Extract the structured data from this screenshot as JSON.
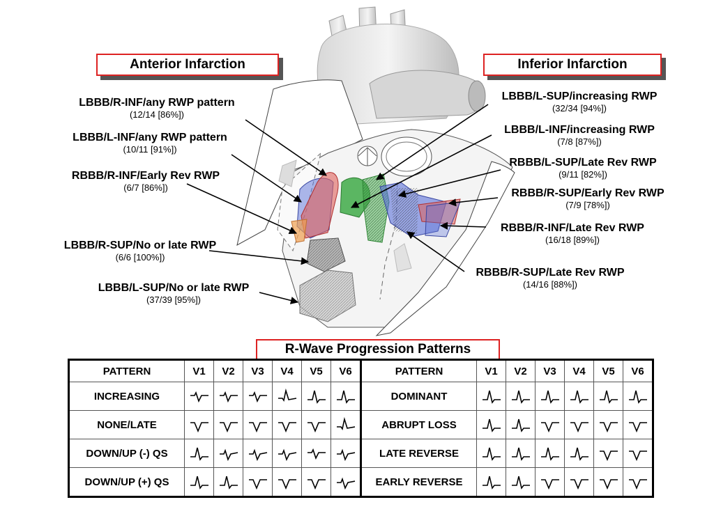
{
  "titles": {
    "anterior": "Anterior Infarction",
    "inferior": "Inferior Infarction",
    "rwp": "R-Wave Progression Patterns"
  },
  "anterior_labels": [
    {
      "name": "LBBB/R-INF/any RWP pattern",
      "stat": "(12/14 [86%])"
    },
    {
      "name": "LBBB/L-INF/any RWP pattern",
      "stat": "(10/11 [91%])"
    },
    {
      "name": "RBBB/R-INF/Early Rev RWP",
      "stat": "(6/7 [86%])"
    },
    {
      "name": "LBBB/R-SUP/No or late RWP",
      "stat": "(6/6 [100%])"
    },
    {
      "name": "LBBB/L-SUP/No or late RWP",
      "stat": "(37/39 [95%])"
    }
  ],
  "inferior_labels": [
    {
      "name": "LBBB/L-SUP/increasing RWP",
      "stat": "(32/34 [94%])"
    },
    {
      "name": "LBBB/L-INF/increasing RWP",
      "stat": "(7/8 [87%])"
    },
    {
      "name": "RBBB/L-SUP/Late Rev RWP",
      "stat": "(9/11 [82%])"
    },
    {
      "name": "RBBB/R-SUP/Early Rev RWP",
      "stat": "(7/9 [78%])"
    },
    {
      "name": "RBBB/R-INF/Late Rev RWP",
      "stat": "(16/18 [89%])"
    },
    {
      "name": "RBBB/R-SUP/Late Rev RWP",
      "stat": "(14/16 [88%])"
    }
  ],
  "region_colors": {
    "red": "#e0605a",
    "blue": "#5a6fd8",
    "green": "#3faa48",
    "gray": "#8a8a8a",
    "light_gray": "#c8c8c8",
    "title_border": "#d22222"
  },
  "table": {
    "header_pattern": "PATTERN",
    "leads": [
      "V1",
      "V2",
      "V3",
      "V4",
      "V5",
      "V6"
    ],
    "left_patterns": [
      "INCREASING",
      "NONE/LATE",
      "DOWN/UP (-) QS",
      "DOWN/UP (+) QS"
    ],
    "right_patterns": [
      "DOMINANT",
      "ABRUPT LOSS",
      "LATE REVERSE",
      "EARLY REVERSE"
    ],
    "left_waves": [
      [
        "rs",
        "rs",
        "rs",
        "qR",
        "R",
        "R"
      ],
      [
        "QS",
        "QS",
        "QS",
        "QS",
        "QS",
        "qR"
      ],
      [
        "R",
        "rS",
        "rS",
        "rS",
        "rs",
        "rS"
      ],
      [
        "R",
        "R",
        "QS",
        "QS",
        "QS",
        "rS"
      ]
    ],
    "right_waves": [
      [
        "R",
        "R",
        "R",
        "R",
        "R",
        "R"
      ],
      [
        "R",
        "R",
        "QS",
        "QS",
        "QS",
        "QS"
      ],
      [
        "R",
        "R",
        "R",
        "R",
        "QS",
        "QS"
      ],
      [
        "R",
        "R",
        "QS",
        "QS",
        "QS",
        "QS"
      ]
    ]
  }
}
